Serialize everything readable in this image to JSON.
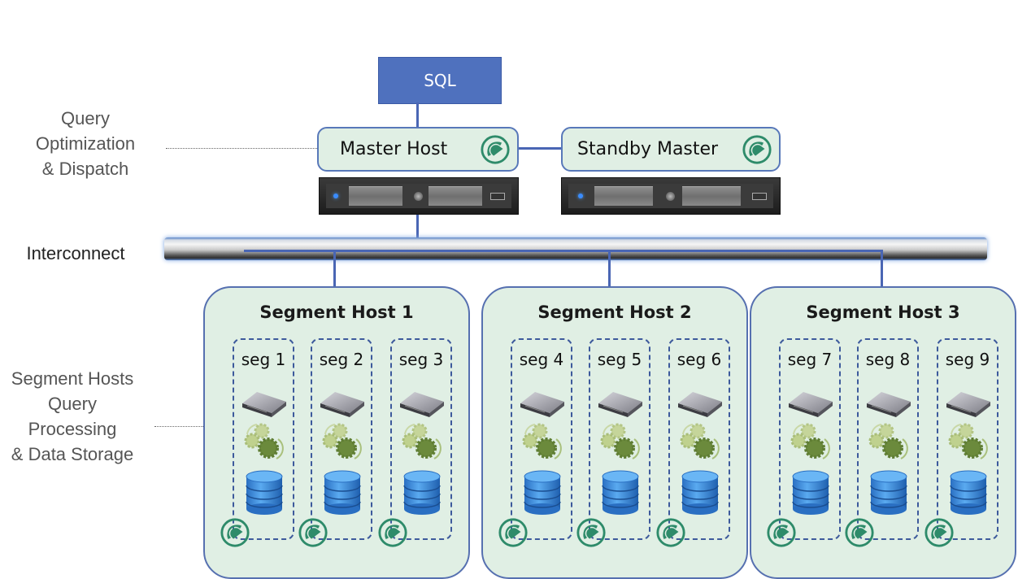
{
  "diagram": {
    "side_labels": {
      "master_tier": [
        "Query",
        "Optimization",
        "& Dispatch"
      ],
      "interconnect": "Interconnect",
      "segment_tier": [
        "Segment Hosts",
        "Query",
        "Processing",
        "& Data Storage"
      ]
    },
    "sql_box": {
      "label": "SQL"
    },
    "master_host": {
      "label": "Master Host",
      "icon": "greenplum-logo-icon"
    },
    "standby_master": {
      "label": "Standby Master",
      "icon": "greenplum-logo-icon"
    },
    "segment_hosts": [
      {
        "title": "Segment Host 1",
        "segments": [
          "seg 1",
          "seg 2",
          "seg 3"
        ]
      },
      {
        "title": "Segment Host 2",
        "segments": [
          "seg 4",
          "seg 5",
          "seg 6"
        ]
      },
      {
        "title": "Segment Host 3",
        "segments": [
          "seg 7",
          "seg 8",
          "seg 9"
        ]
      }
    ],
    "segment_icons": [
      "server-icon",
      "gears-icon",
      "database-icon",
      "greenplum-logo-icon"
    ],
    "colors": {
      "sql_fill": "#4f71be",
      "host_fill": "#e0efe4",
      "connector": "#4a66b4",
      "logo_green": "#2e8b6a",
      "database_blue": "#3b8ee0",
      "gear_green": "#6b8a3c"
    }
  }
}
